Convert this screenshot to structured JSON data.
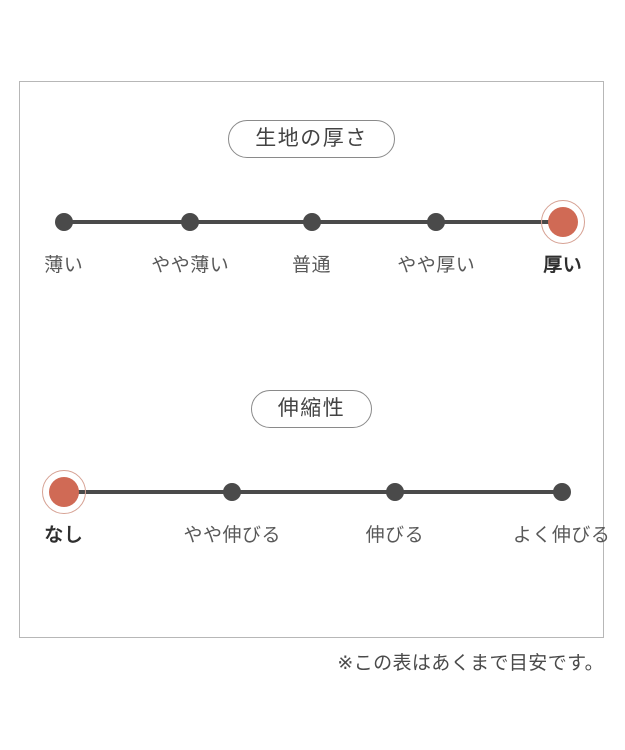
{
  "panel": {
    "border_color": "#b7b7b7",
    "background": "#ffffff"
  },
  "accent_color": "#d06a55",
  "dot_color": "#4a4a4a",
  "footnote": "※この表はあくまで目安です。",
  "chart_data": [
    {
      "type": "scatter",
      "id": "fabric-thickness",
      "title": "生地の厚さ",
      "xlabel": "",
      "ylabel": "",
      "grid": false,
      "legend": "none",
      "orientation": "horizontal",
      "categories": [
        "薄い",
        "やや薄い",
        "普通",
        "やや厚い",
        "厚い"
      ],
      "values": [
        0,
        0,
        0,
        0,
        1
      ],
      "selected_index": 4,
      "selected_label": "厚い",
      "x_positions_pct": [
        7.5,
        29.2,
        50.0,
        71.4,
        93.1
      ],
      "point_count": 5
    },
    {
      "type": "scatter",
      "id": "fabric-stretch",
      "title": "伸縮性",
      "xlabel": "",
      "ylabel": "",
      "grid": false,
      "legend": "none",
      "orientation": "horizontal",
      "categories": [
        "なし",
        "やや伸びる",
        "伸びる",
        "よく伸びる"
      ],
      "values": [
        1,
        0,
        0,
        0
      ],
      "selected_index": 0,
      "selected_label": "なし",
      "x_positions_pct": [
        7.5,
        36.4,
        64.3,
        92.9
      ],
      "point_count": 4
    }
  ],
  "thickness": {
    "title": "生地の厚さ",
    "labels": {
      "p0": "薄い",
      "p1": "やや薄い",
      "p2": "普通",
      "p3": "やや厚い",
      "p4": "厚い"
    }
  },
  "stretch": {
    "title": "伸縮性",
    "labels": {
      "p0": "なし",
      "p1": "やや伸びる",
      "p2": "伸びる",
      "p3": "よく伸びる"
    }
  }
}
